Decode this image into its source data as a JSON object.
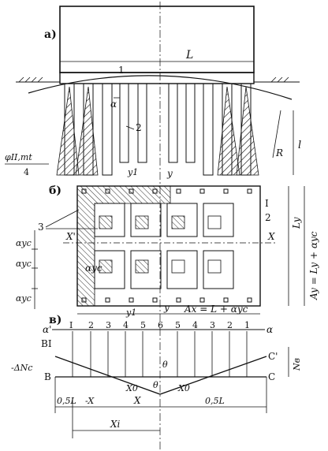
{
  "diagram": {
    "panel_a": {
      "tag": "а)",
      "span_label": "L",
      "pile_tag_1": "1",
      "pile_tag_2": "2",
      "alpha": "α",
      "phi": "φII,mt",
      "phi_den": "4",
      "y_small": "y",
      "y1_label": "y1",
      "y_axis": "y",
      "r_label": "R",
      "l_label": "l"
    },
    "panel_b": {
      "tag": "б)",
      "label_3": "3",
      "label_I": "I",
      "label_2": "2",
      "x_left": "X'",
      "x_right": "X",
      "a_yc": "αyc",
      "a_yc_center": "αyc",
      "y1": "y1",
      "y": "y",
      "ax_eq": "Ax = L + αyc",
      "ly": "Ly",
      "ay_eq": "Ay = Ly + αyc"
    },
    "panel_c": {
      "tag": "в)",
      "alpha_left": "α'",
      "alpha_right": "α",
      "columns": [
        "I",
        "2",
        "3",
        "4",
        "5",
        "6",
        "5",
        "4",
        "3",
        "2",
        "1"
      ],
      "b1": "BI",
      "b": "B",
      "delta": "-ΔNc",
      "c1": "C'",
      "c": "C",
      "nb": "Nв",
      "theta1": "θ",
      "theta2": "θ",
      "x0a": "X0",
      "x0b": "X0",
      "half_l": "0,5L",
      "minus_x": "-X",
      "x": "X",
      "half_l_right": "0,5L",
      "xi": "Xi"
    }
  }
}
